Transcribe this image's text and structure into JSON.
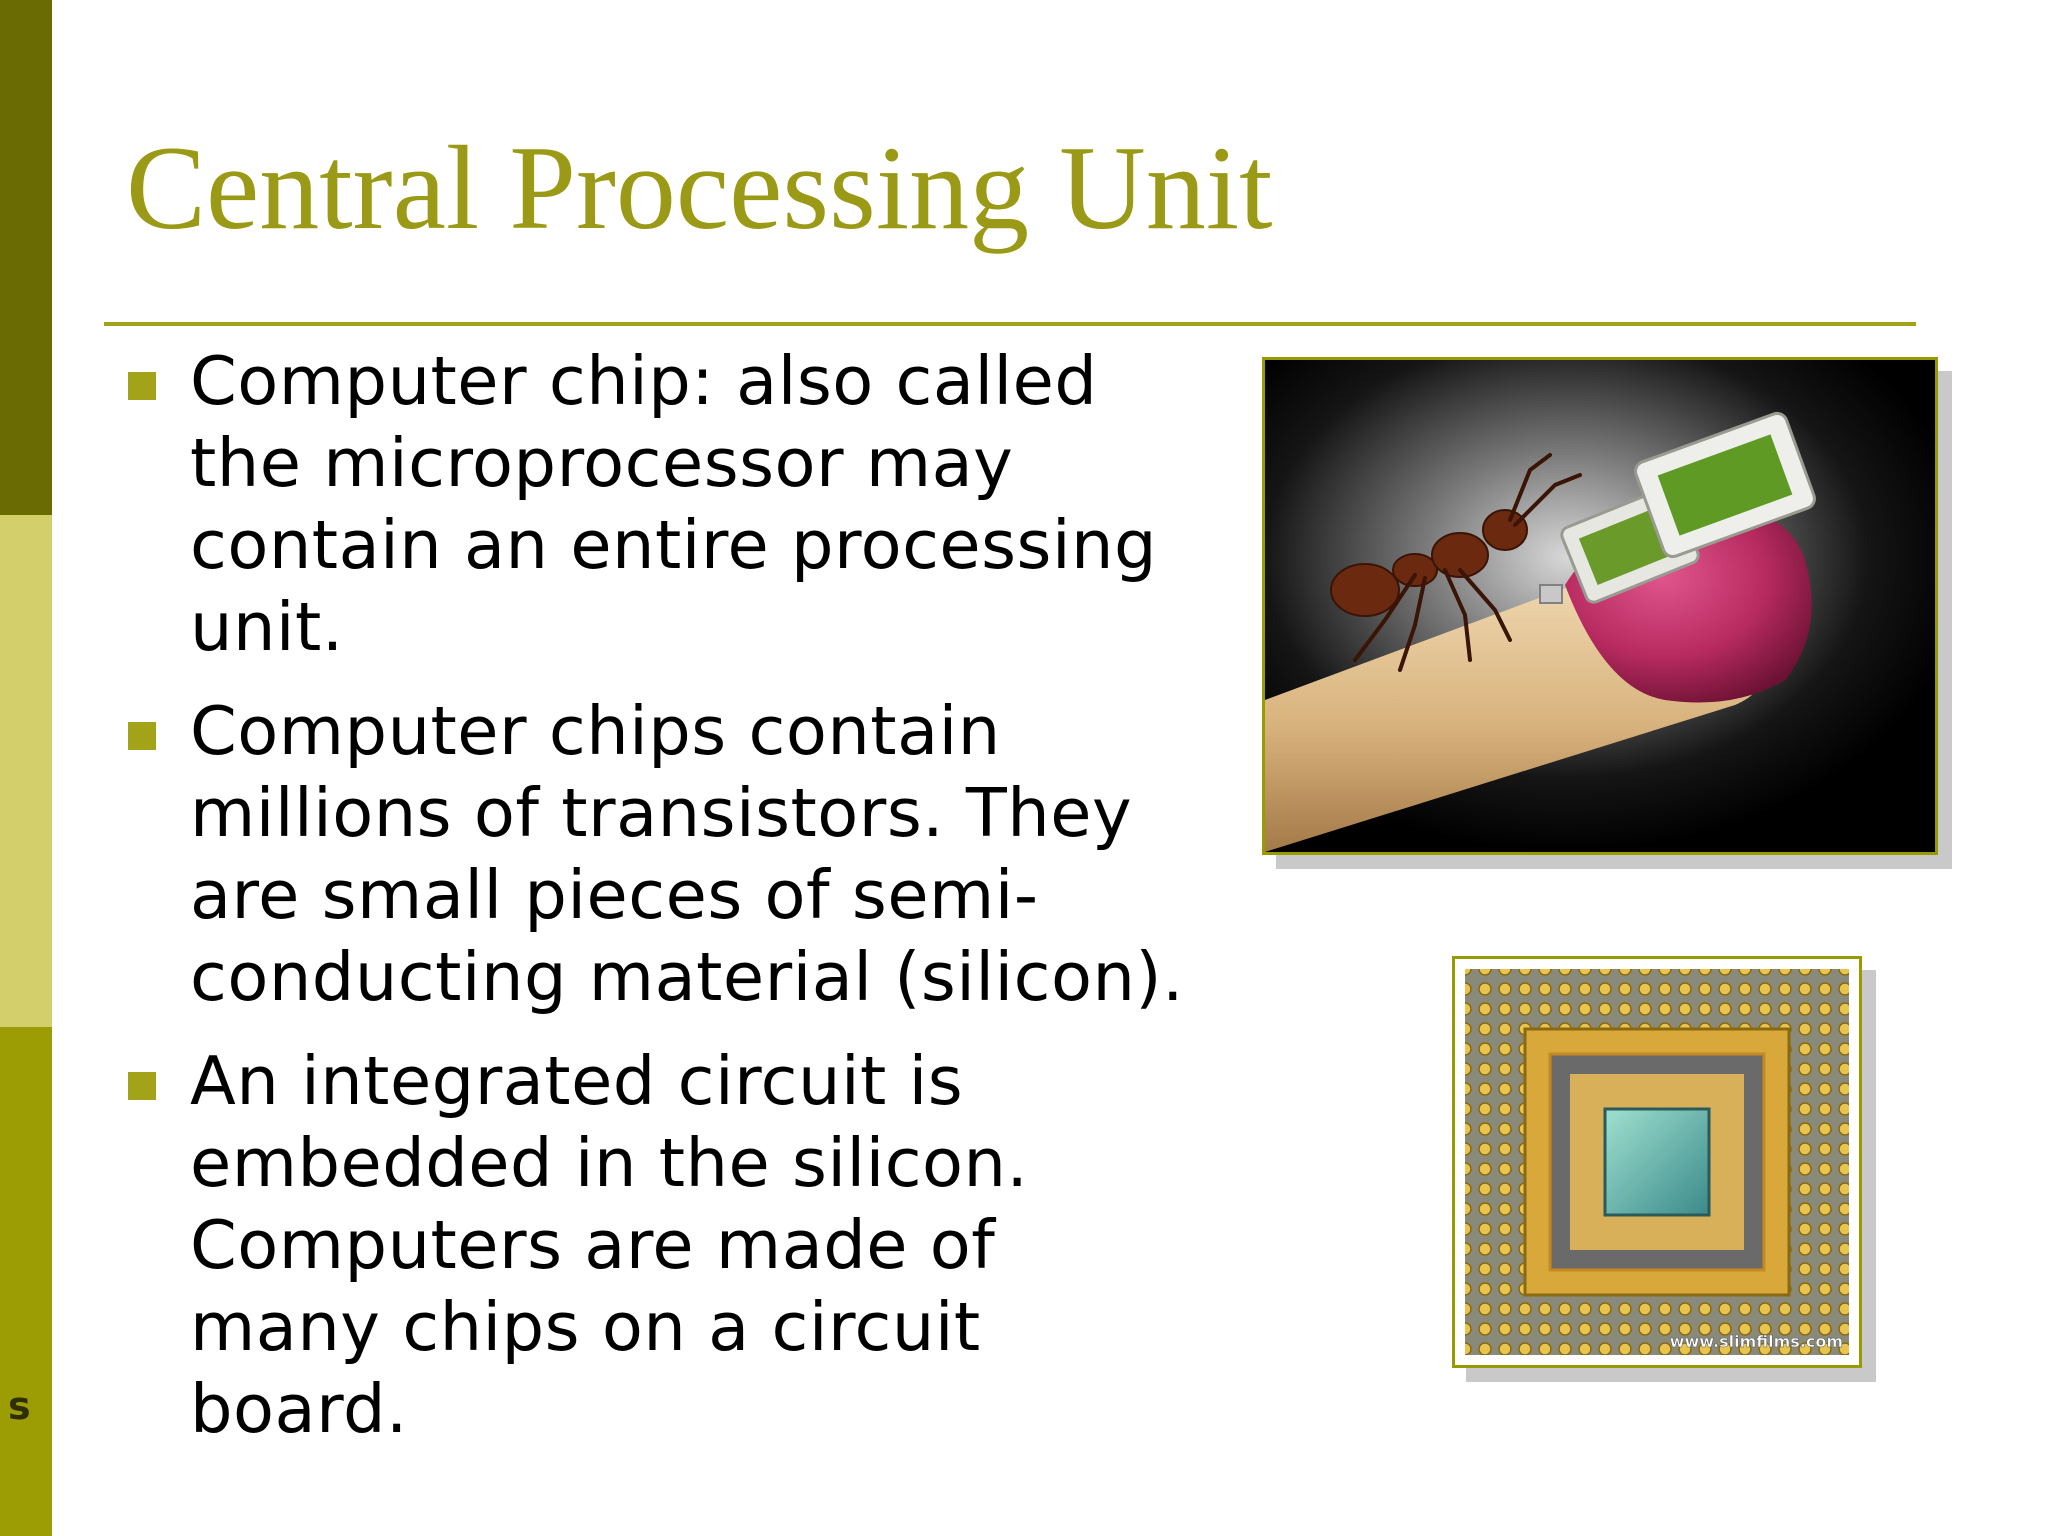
{
  "slide": {
    "title": "Central Processing Unit",
    "side_letter": "s",
    "bullets": [
      {
        "text": "Computer chip: also called the microprocessor may contain an entire processing unit."
      },
      {
        "text": "Computer chips contain millions of transistors. They are small pieces of semi-conducting material (silicon)."
      },
      {
        "text": "An integrated circuit is embedded in the silicon. Computers are made of many chips on a circuit board."
      }
    ],
    "images": {
      "chip_watermark": "www.slimfilms.com"
    },
    "colors": {
      "accent": "#9a9a16",
      "sidebar_dark": "#6b6b04",
      "sidebar_light": "#d3cf6a",
      "sidebar_mid": "#9c9c04"
    }
  }
}
